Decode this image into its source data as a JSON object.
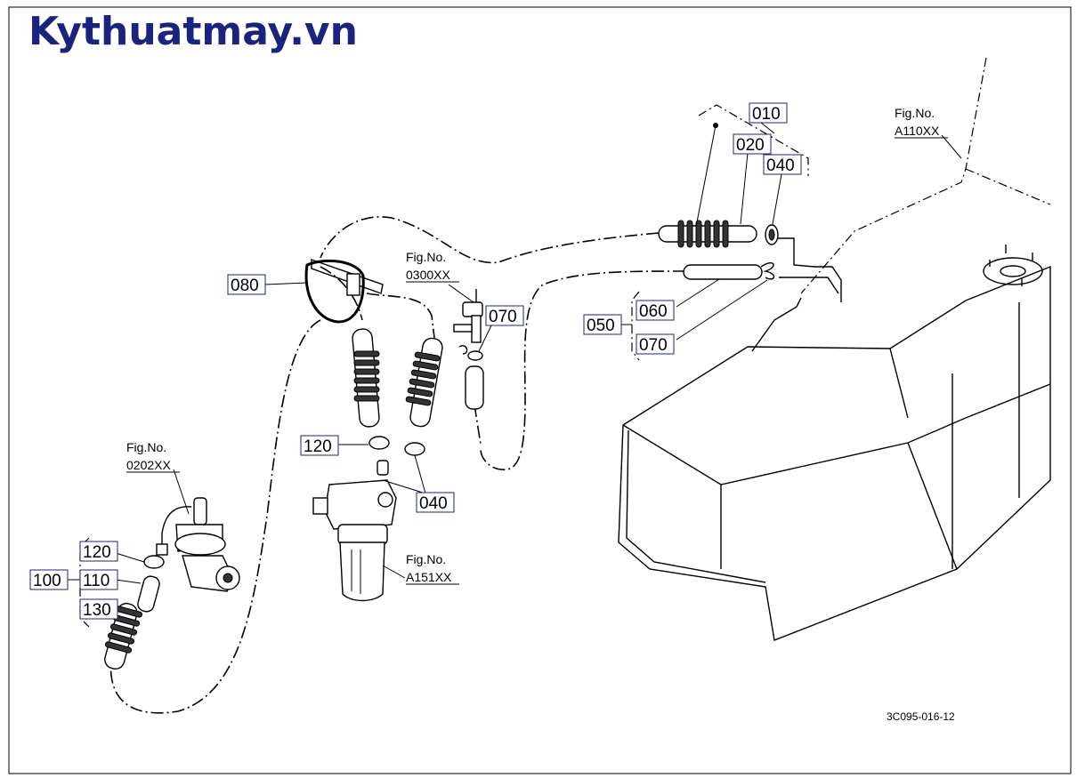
{
  "brand": "Kythuatmay.vn",
  "drawing_code": "3C095-016-12",
  "part_labels": {
    "p010": "010",
    "p020": "020",
    "p040a": "040",
    "p040b": "040",
    "p050": "050",
    "p060": "060",
    "p070a": "070",
    "p070b": "070",
    "p080": "080",
    "p100": "100",
    "p110": "110",
    "p120a": "120",
    "p120b": "120",
    "p130": "130"
  },
  "fig_refs": {
    "a110": {
      "line1": "Fig.No.",
      "line2": "A110XX"
    },
    "f0300": {
      "line1": "Fig.No.",
      "line2": "0300XX"
    },
    "f0202": {
      "line1": "Fig.No.",
      "line2": "0202XX"
    },
    "a151": {
      "line1": "Fig.No.",
      "line2": "A151XX"
    }
  },
  "colors": {
    "brand": "#1a237e",
    "label_box": "#1a237e"
  }
}
